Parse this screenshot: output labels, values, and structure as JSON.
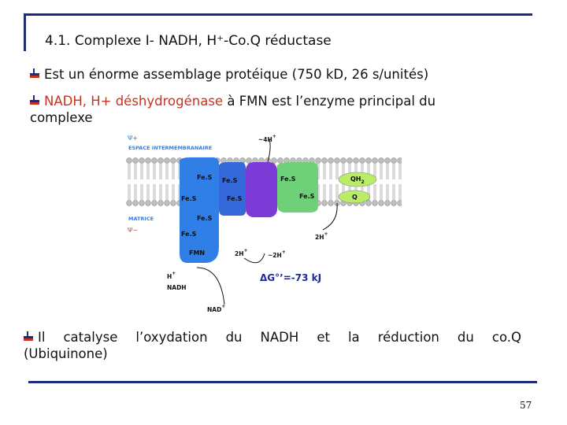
{
  "slide": {
    "title": "4.1. Complexe I- NADH, H⁺-Co.Q réductase",
    "bullet1": "Est un énorme assemblage protéique (750 kD, 26 s/unités)",
    "bullet2_red": "NADH, H+ déshydrogénase",
    "bullet2_rest": " à FMN est l’enzyme principal du",
    "bullet2_cont": "complexe",
    "bullet3_words": [
      "Il",
      "catalyse",
      "l’oxydation",
      "du",
      "NADH",
      "et",
      "la",
      "réduction",
      "du",
      "co.Q"
    ],
    "bullet3_cont": "(Ubiquinone)",
    "page_number": "57"
  },
  "diagram": {
    "psi_plus": "Ψ+",
    "psi_minus": "Ψ−",
    "espace": "ESPACE INTERMEMBRANAIRE",
    "matrice": "MATRICE",
    "h4": "~4H",
    "h4_sup": "+",
    "fes": "Fe.S",
    "fmn": "FMN",
    "qh2": "QH",
    "qh2_sub": "2",
    "q": "Q",
    "h2_right": "2H",
    "h2_right_sup": "+",
    "h2_a": "2H",
    "h2_a_sup": "+",
    "h2_b": "~2H",
    "h2_b_sup": "+",
    "h_nadh": "H",
    "h_nadh_sup": "+",
    "nadh": "NADH",
    "nad": "NAD",
    "nad_sup": "+",
    "delta_g": "ΔG°’=-73 kJ"
  },
  "colors": {
    "frame": "#1f2a7a",
    "highlight": "#c8321e",
    "blue_subunit": "#2f7fe6",
    "purple_subunit": "#7c3ad6",
    "green_subunit": "#6fd07a",
    "quinone": "#b9ec67"
  }
}
